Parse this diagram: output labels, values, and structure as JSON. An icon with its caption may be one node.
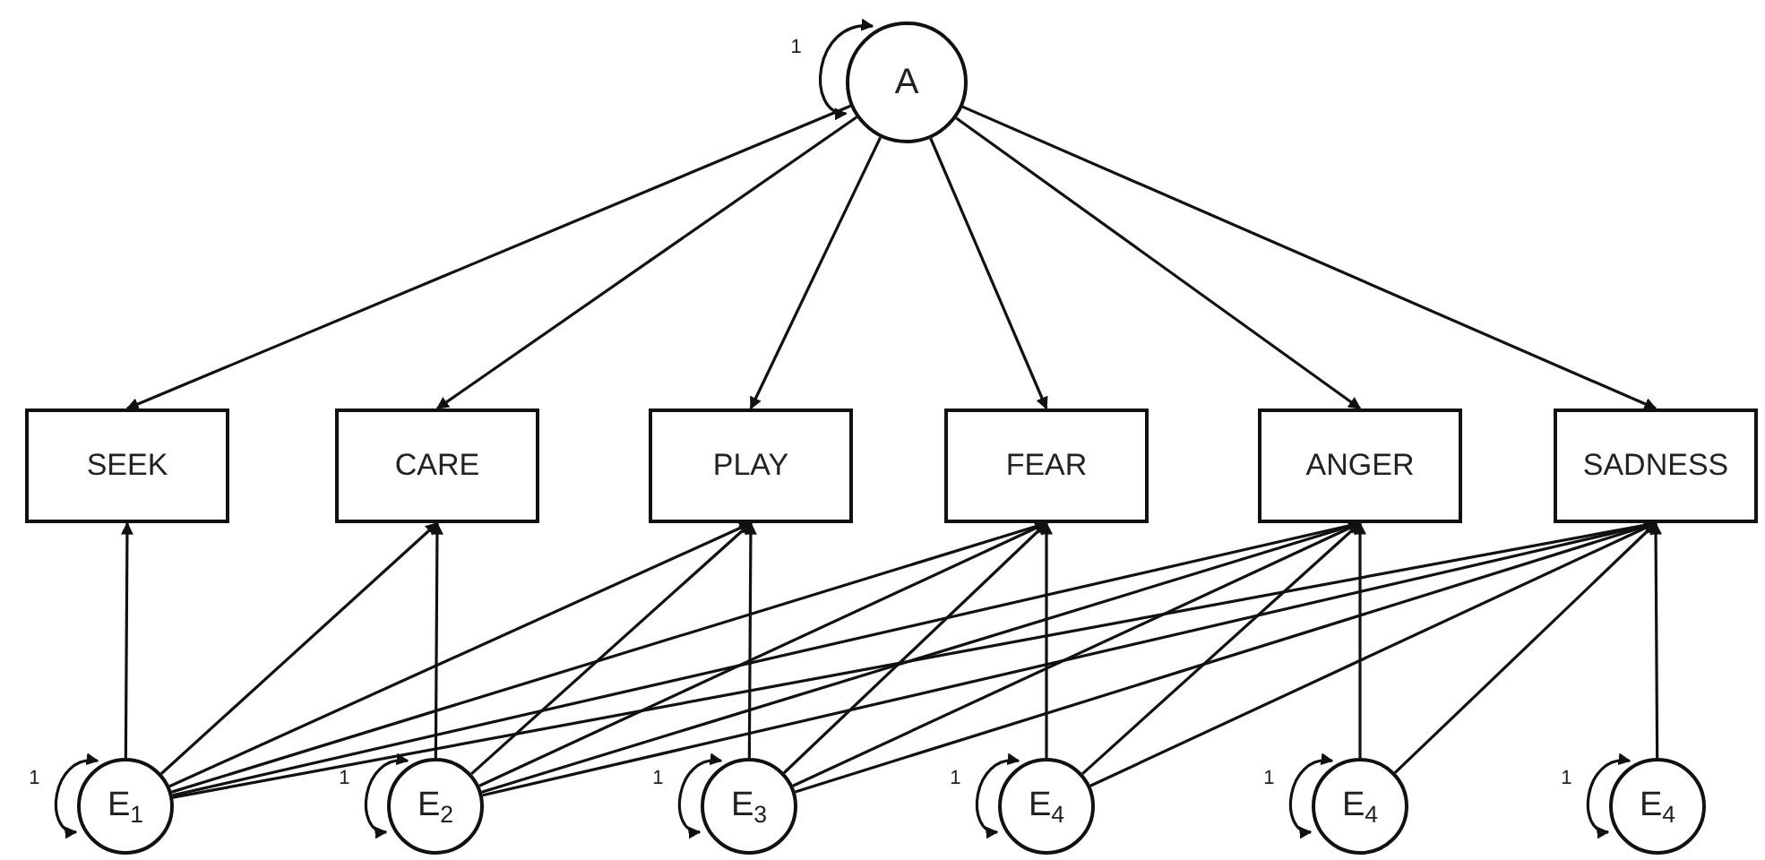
{
  "diagram": {
    "nodes": [
      {
        "text": [
          "A"
        ]
      },
      {
        "text": [
          "SEEK"
        ]
      },
      {
        "text": [
          "CARE"
        ]
      },
      {
        "text": [
          "PLAY"
        ]
      },
      {
        "text": [
          "FEAR"
        ]
      },
      {
        "text": [
          "ANGER"
        ]
      },
      {
        "text": [
          "SADNESS"
        ]
      },
      {
        "text": [
          "E$_{1}$"
        ]
      },
      {
        "text": [
          "E$_{2}$"
        ]
      },
      {
        "text": [
          "E$_{3}$"
        ]
      },
      {
        "text": [
          "E$_{4}$"
        ]
      },
      {
        "text": [
          "E$_{4}$"
        ]
      },
      {
        "text": [
          "E$_{4}$"
        ]
      }
    ],
    "edges": [
      {
        "from": 0,
        "to": 0,
        "arrow": "both",
        "label": "1"
      },
      {
        "from": 0,
        "to": 1,
        "arrow": "to"
      },
      {
        "from": 0,
        "to": 2,
        "arrow": "to"
      },
      {
        "from": 0,
        "to": 3,
        "arrow": "to"
      },
      {
        "from": 0,
        "to": 4,
        "arrow": "to"
      },
      {
        "from": 0,
        "to": 5,
        "arrow": "to"
      },
      {
        "from": 0,
        "to": 6,
        "arrow": "to"
      },
      {
        "from": 7,
        "to": 7,
        "arrow": "both",
        "label": "1"
      },
      {
        "from": 7,
        "to": 1,
        "arrow": "to"
      },
      {
        "from": 7,
        "to": 2,
        "arrow": "to"
      },
      {
        "from": 7,
        "to": 3,
        "arrow": "to"
      },
      {
        "from": 7,
        "to": 4,
        "arrow": "to"
      },
      {
        "from": 7,
        "to": 5,
        "arrow": "to"
      },
      {
        "from": 7,
        "to": 6,
        "arrow": "to"
      },
      {
        "from": 8,
        "to": 8,
        "arrow": "both",
        "label": "1"
      },
      {
        "from": 8,
        "to": 2,
        "arrow": "to"
      },
      {
        "from": 8,
        "to": 3,
        "arrow": "to"
      },
      {
        "from": 8,
        "to": 4,
        "arrow": "to"
      },
      {
        "from": 8,
        "to": 5,
        "arrow": "to"
      },
      {
        "from": 8,
        "to": 6,
        "arrow": "to"
      },
      {
        "from": 9,
        "to": 9,
        "arrow": "both",
        "label": "1"
      },
      {
        "from": 9,
        "to": 3,
        "arrow": "to"
      },
      {
        "from": 9,
        "to": 4,
        "arrow": "to"
      },
      {
        "from": 9,
        "to": 5,
        "arrow": "to"
      },
      {
        "from": 9,
        "to": 6,
        "arrow": "to"
      },
      {
        "from": 10,
        "to": 10,
        "arrow": "both",
        "label": "1"
      },
      {
        "from": 10,
        "to": 4,
        "arrow": "to"
      },
      {
        "from": 10,
        "to": 5,
        "arrow": "to"
      },
      {
        "from": 10,
        "to": 6,
        "arrow": "to"
      },
      {
        "from": 11,
        "to": 11,
        "arrow": "both",
        "label": "1"
      },
      {
        "from": 11,
        "to": 5,
        "arrow": "to"
      },
      {
        "from": 11,
        "to": 6,
        "arrow": "to"
      },
      {
        "from": 12,
        "to": 12,
        "arrow": "both",
        "label": "1"
      },
      {
        "from": 12,
        "to": 6,
        "arrow": "to"
      }
    ]
  }
}
